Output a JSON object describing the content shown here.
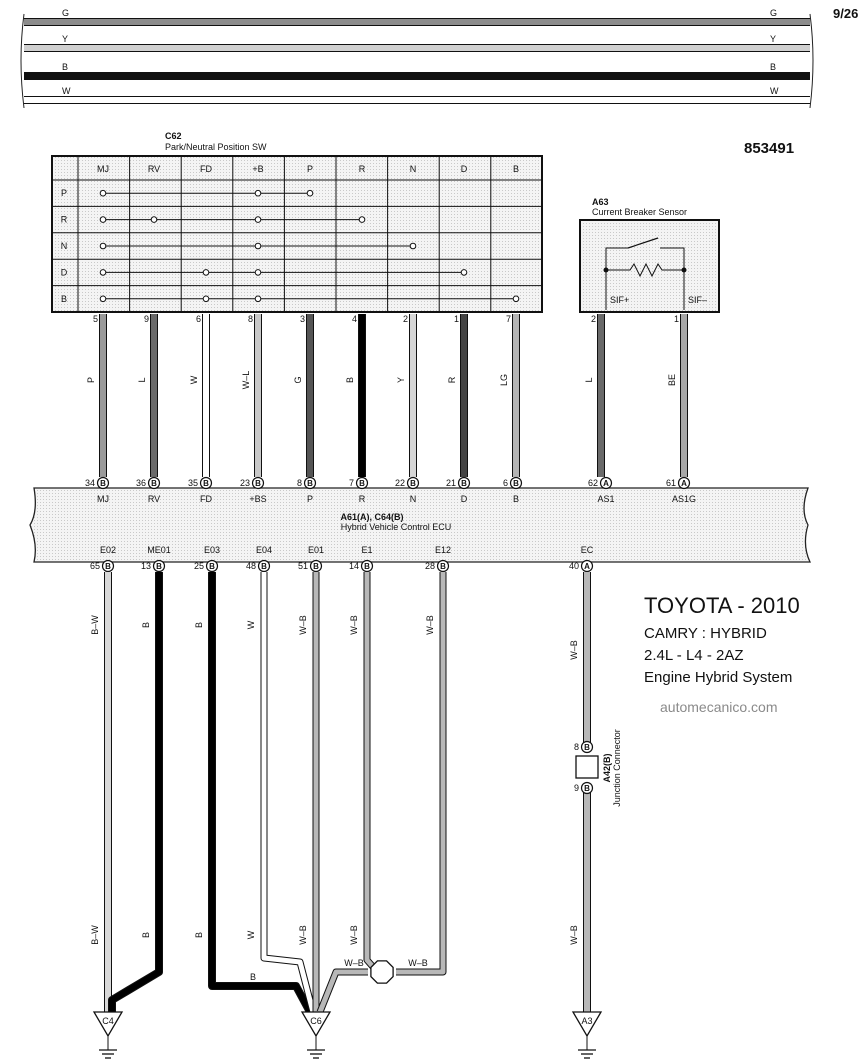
{
  "page_number": "9/26",
  "diagram_code": "853491",
  "top_wires": [
    {
      "label": "G",
      "color": "#8c8c8c",
      "thick": 6
    },
    {
      "label": "Y",
      "color": "#d0d0d0",
      "thick": 6
    },
    {
      "label": "B",
      "color": "#111111",
      "thick": 6
    },
    {
      "label": "W",
      "color": "#ffffff",
      "thick": 6
    }
  ],
  "switch": {
    "code": "C62",
    "name": "Park/Neutral Position SW",
    "columns": [
      "MJ",
      "RV",
      "FD",
      "+B",
      "P",
      "R",
      "N",
      "D",
      "B"
    ],
    "rows": [
      {
        "label": "P",
        "dots": [
          0,
          3,
          4
        ]
      },
      {
        "label": "R",
        "dots": [
          0,
          1,
          3,
          5
        ]
      },
      {
        "label": "N",
        "dots": [
          0,
          3,
          6
        ]
      },
      {
        "label": "D",
        "dots": [
          0,
          2,
          3,
          7
        ]
      },
      {
        "label": "B",
        "dots": [
          0,
          2,
          3,
          8
        ]
      }
    ],
    "pins": [
      "5",
      "9",
      "6",
      "8",
      "3",
      "4",
      "2",
      "1",
      "7"
    ],
    "wires": [
      {
        "label": "P",
        "color": "#9a9a9a"
      },
      {
        "label": "L",
        "color": "#6a6a6a"
      },
      {
        "label": "W",
        "color": "#ffffff"
      },
      {
        "label": "W–L",
        "color": "#c8c8c8"
      },
      {
        "label": "G",
        "color": "#555555"
      },
      {
        "label": "B",
        "color": "#000000"
      },
      {
        "label": "Y",
        "color": "#d6d6d6"
      },
      {
        "label": "R",
        "color": "#444444"
      },
      {
        "label": "LG",
        "color": "#b4b4b4"
      }
    ]
  },
  "breaker": {
    "code": "A63",
    "name": "Current Breaker Sensor",
    "terminals": [
      "SIF+",
      "SIF–"
    ],
    "pins": [
      "2",
      "1"
    ],
    "wires": [
      {
        "label": "L",
        "color": "#6a6a6a"
      },
      {
        "label": "BE",
        "color": "#a8a8a8"
      }
    ]
  },
  "ecu": {
    "name_line1": "A61(A), C64(B)",
    "name_line2": "Hybrid Vehicle Control ECU",
    "top_terminals": [
      {
        "pin": "34",
        "conn": "B",
        "name": "MJ"
      },
      {
        "pin": "36",
        "conn": "B",
        "name": "RV"
      },
      {
        "pin": "35",
        "conn": "B",
        "name": "FD"
      },
      {
        "pin": "23",
        "conn": "B",
        "name": "+BS"
      },
      {
        "pin": "8",
        "conn": "B",
        "name": "P"
      },
      {
        "pin": "7",
        "conn": "B",
        "name": "R"
      },
      {
        "pin": "22",
        "conn": "B",
        "name": "N"
      },
      {
        "pin": "21",
        "conn": "B",
        "name": "D"
      },
      {
        "pin": "6",
        "conn": "B",
        "name": "B"
      },
      {
        "pin": "62",
        "conn": "A",
        "name": "AS1"
      },
      {
        "pin": "61",
        "conn": "A",
        "name": "AS1G"
      }
    ],
    "bottom_terminals": [
      {
        "pin": "65",
        "conn": "B",
        "name": "E02"
      },
      {
        "pin": "13",
        "conn": "B",
        "name": "ME01"
      },
      {
        "pin": "25",
        "conn": "B",
        "name": "E03"
      },
      {
        "pin": "48",
        "conn": "B",
        "name": "E04"
      },
      {
        "pin": "51",
        "conn": "B",
        "name": "E01"
      },
      {
        "pin": "14",
        "conn": "B",
        "name": "E1"
      },
      {
        "pin": "28",
        "conn": "B",
        "name": "E12"
      },
      {
        "pin": "40",
        "conn": "A",
        "name": "EC"
      }
    ]
  },
  "ground_wires": [
    {
      "label": "B–W",
      "color": "#d8d8d8",
      "label2": "B–W"
    },
    {
      "label": "B",
      "color": "#000000",
      "label2": "B"
    },
    {
      "label": "B",
      "color": "#000000",
      "label2": "B"
    },
    {
      "label": "W",
      "color": "#ffffff",
      "label2": "W"
    },
    {
      "label": "W–B",
      "color": "#b8b8b8",
      "label2": "W–B"
    },
    {
      "label": "W–B",
      "color": "#b8b8b8",
      "label2": "W–B"
    },
    {
      "label": "W–B",
      "color": "#b8b8b8",
      "label2": ""
    },
    {
      "label": "W–B",
      "color": "#b8b8b8",
      "label2": "W–B"
    }
  ],
  "junction_wire_labels": [
    "W–B",
    "W–B"
  ],
  "connector_route_label": "B",
  "junction": {
    "code": "A42(B)",
    "name": "Junction Connector",
    "pins": [
      "8",
      "9"
    ],
    "conn": "B"
  },
  "grounds": [
    "C4",
    "C6",
    "A3"
  ],
  "title": {
    "make": "TOYOTA - 2010",
    "model": "CAMRY : HYBRID",
    "engine": "2.4L - L4 - 2AZ",
    "system": "Engine Hybrid System"
  },
  "website": "automecanico.com"
}
